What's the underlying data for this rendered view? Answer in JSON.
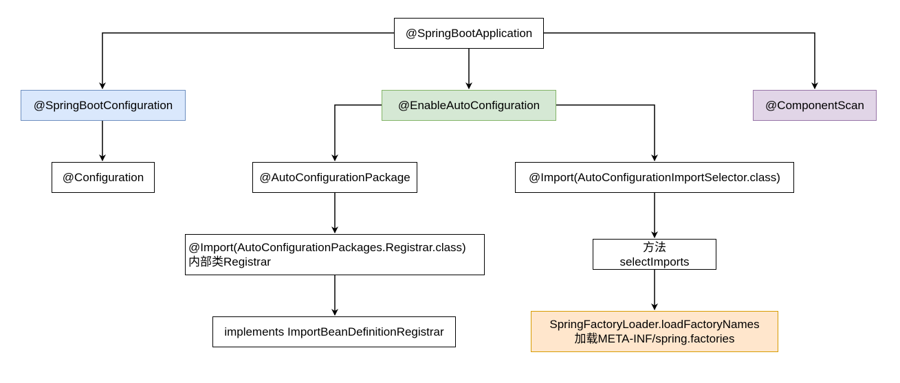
{
  "nodes": {
    "root": {
      "label": "@SpringBootApplication"
    },
    "springBootConfiguration": {
      "label": "@SpringBootConfiguration",
      "fill": "#dae8fc",
      "stroke": "#6c8ebf"
    },
    "enableAutoConfiguration": {
      "label": "@EnableAutoConfiguration",
      "fill": "#d5e8d4",
      "stroke": "#82b366"
    },
    "componentScan": {
      "label": "@ComponentScan",
      "fill": "#e1d5e7",
      "stroke": "#9673a6"
    },
    "configuration": {
      "label": "@Configuration"
    },
    "autoConfigurationPackage": {
      "label": "@AutoConfigurationPackage"
    },
    "importSelector": {
      "label": "@Import(AutoConfigurationImportSelector.class)"
    },
    "importRegistrar": {
      "line1": "@Import(AutoConfigurationPackages.Registrar.class)",
      "line2": "内部类Registrar"
    },
    "selectImports": {
      "line1": "方法",
      "line2": "selectImports"
    },
    "implementsRegistrar": {
      "label": "implements ImportBeanDefinitionRegistrar"
    },
    "factoryLoader": {
      "line1": "SpringFactoryLoader.loadFactoryNames",
      "line2": "加载META-INF/spring.factories",
      "fill": "#ffe6cc",
      "stroke": "#d79b00"
    }
  }
}
